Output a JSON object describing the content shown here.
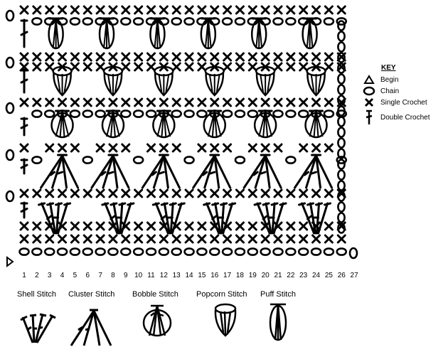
{
  "key": {
    "title": "KEY",
    "items": [
      {
        "label": "Begin",
        "icon": "triangle-icon"
      },
      {
        "label": "Chain",
        "icon": "chain-oval-icon"
      },
      {
        "label": "Single Crochet",
        "icon": "x-cross-icon"
      },
      {
        "label": "Double Crochet",
        "icon": "double-crochet-icon"
      }
    ]
  },
  "stitch_numbers": [
    "1",
    "2",
    "3",
    "4",
    "5",
    "6",
    "7",
    "8",
    "9",
    "10",
    "11",
    "12",
    "13",
    "14",
    "15",
    "16",
    "17",
    "18",
    "19",
    "20",
    "21",
    "22",
    "23",
    "24",
    "25",
    "26",
    "27"
  ],
  "legend": [
    {
      "label": "Shell Stitch",
      "icon": "shell-stitch-icon"
    },
    {
      "label": "Cluster Stitch",
      "icon": "cluster-stitch-icon"
    },
    {
      "label": "Bobble Stitch",
      "icon": "bobble-stitch-icon"
    },
    {
      "label": "Popcorn Stitch",
      "icon": "popcorn-stitch-icon"
    },
    {
      "label": "Puff Stitch",
      "icon": "puff-stitch-icon"
    }
  ],
  "colors": {
    "ink": "#000000",
    "background": "#ffffff"
  }
}
